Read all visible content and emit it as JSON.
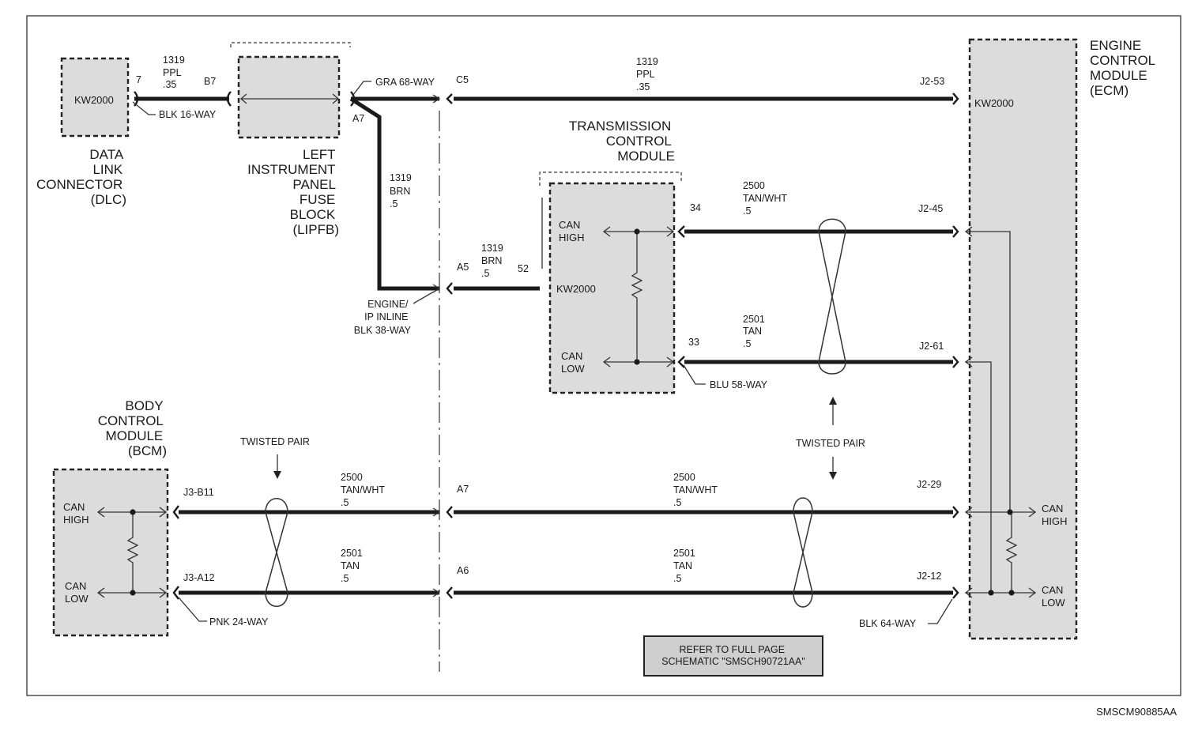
{
  "modules": {
    "dlc": {
      "kw": "KW2000",
      "name": [
        "DATA",
        "LINK",
        "CONNECTOR",
        "(DLC)"
      ]
    },
    "lipfb": {
      "name": [
        "LEFT",
        "INSTRUMENT",
        "PANEL",
        "FUSE",
        "BLOCK",
        "(LIPFB)"
      ]
    },
    "tcm": {
      "kw": "KW2000",
      "name": [
        "TRANSMISSION",
        "CONTROL",
        "MODULE"
      ],
      "can_high": [
        "CAN",
        "HIGH"
      ],
      "can_low": [
        "CAN",
        "LOW"
      ]
    },
    "bcm": {
      "name": [
        "BODY",
        "CONTROL",
        "MODULE",
        "(BCM)"
      ],
      "can_high": [
        "CAN",
        "HIGH"
      ],
      "can_low": [
        "CAN",
        "LOW"
      ]
    },
    "ecm": {
      "kw": "KW2000",
      "name": [
        "ENGINE",
        "CONTROL",
        "MODULE",
        "(ECM)"
      ],
      "can_high": [
        "CAN",
        "HIGH"
      ],
      "can_low": [
        "CAN",
        "LOW"
      ]
    }
  },
  "pins": {
    "dlc_7": "7",
    "lipfb_b7": "B7",
    "lipfb_a7": "A7",
    "c5": "C5",
    "a5": "A5",
    "tcm_52": "52",
    "tcm_34": "34",
    "tcm_33": "33",
    "ecm_j2_53": "J2-53",
    "ecm_j2_45": "J2-45",
    "ecm_j2_61": "J2-61",
    "ecm_j2_29": "J2-29",
    "ecm_j2_12": "J2-12",
    "bcm_j3_b11": "J3-B11",
    "bcm_j3_a12": "J3-A12",
    "inline_a7": "A7",
    "inline_a6": "A6"
  },
  "connectors": {
    "blk16": "BLK 16-WAY",
    "gra68": "GRA 68-WAY",
    "engine_ip": [
      "ENGINE/",
      "IP INLINE",
      "BLK 38-WAY"
    ],
    "blu58": "BLU 58-WAY",
    "pnk24": "PNK 24-WAY",
    "blk64": "BLK 64-WAY"
  },
  "wires": {
    "dlc_lipfb": [
      "1319",
      "PPL",
      ".35"
    ],
    "ecm_kw": [
      "1319",
      "PPL",
      ".35"
    ],
    "brn_vertical": [
      "1319",
      "BRN",
      ".5"
    ],
    "brn_tcm": [
      "1319",
      "BRN",
      ".5"
    ],
    "tcm_high": [
      "2500",
      "TAN/WHT",
      ".5"
    ],
    "tcm_low": [
      "2501",
      "TAN",
      ".5"
    ],
    "bcm_high": [
      "2500",
      "TAN/WHT",
      ".5"
    ],
    "bcm_low": [
      "2501",
      "TAN",
      ".5"
    ],
    "mid_high": [
      "2500",
      "TAN/WHT",
      ".5"
    ],
    "mid_low": [
      "2501",
      "TAN",
      ".5"
    ]
  },
  "labels": {
    "twisted_pair_left": "TWISTED PAIR",
    "twisted_pair_right": "TWISTED PAIR",
    "note": [
      "REFER TO FULL PAGE",
      "SCHEMATIC \"SMSCH90721AA\""
    ],
    "figure_id": "SMSCM90885AA"
  }
}
